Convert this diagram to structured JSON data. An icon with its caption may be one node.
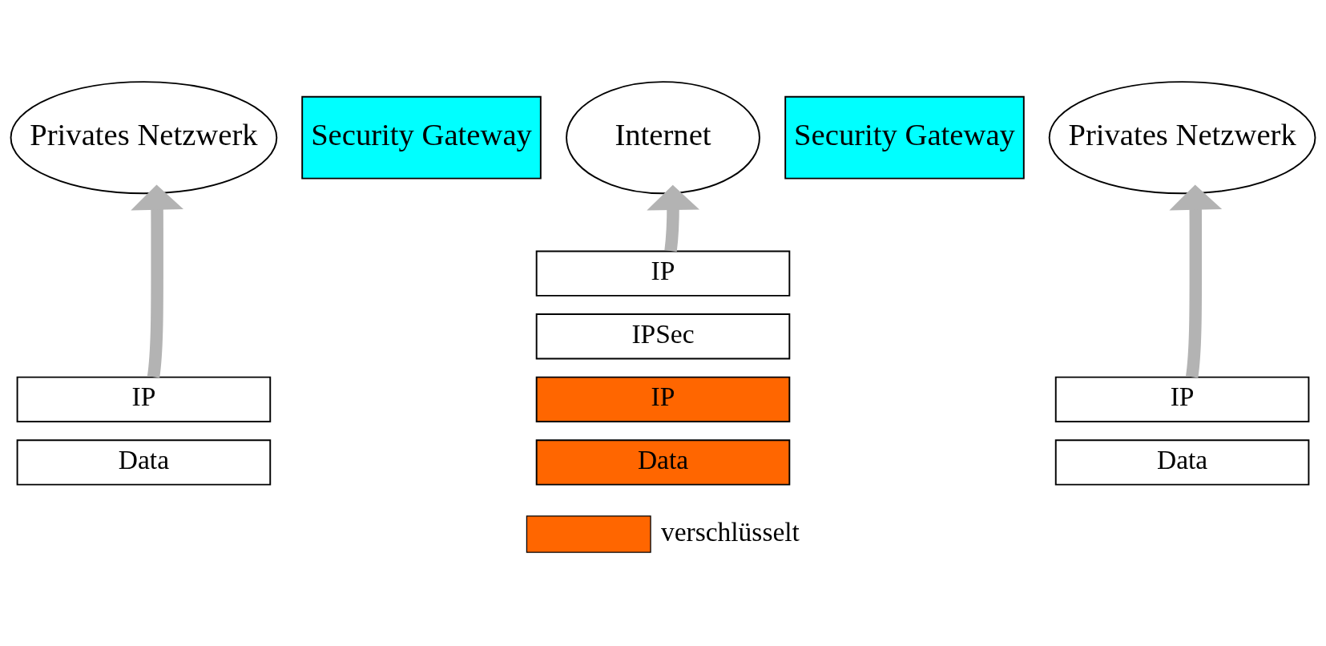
{
  "diagram": {
    "nodes": [
      {
        "text": [
          "Privates Netzwerk"
        ]
      },
      {
        "text": [
          "Security Gateway"
        ]
      },
      {
        "text": [
          "Internet"
        ]
      },
      {
        "text": [
          "Security Gateway"
        ]
      },
      {
        "text": [
          "Privates Netzwerk"
        ]
      },
      {
        "text": [
          "IP"
        ]
      },
      {
        "text": [
          "Data"
        ]
      },
      {
        "text": [
          "IP"
        ]
      },
      {
        "text": [
          "IPSec"
        ]
      },
      {
        "text": [
          "IP"
        ]
      },
      {
        "text": [
          "Data"
        ]
      },
      {
        "text": [
          "IP"
        ]
      },
      {
        "text": [
          "Data"
        ]
      }
    ],
    "edges": [
      {
        "from": 5,
        "to": 0,
        "arrow": "to"
      },
      {
        "from": 7,
        "to": 2,
        "arrow": "to"
      },
      {
        "from": 11,
        "to": 4,
        "arrow": "to"
      }
    ],
    "legend": [
      {
        "text": "verschlüsselt",
        "color": "#ff6600"
      }
    ]
  }
}
